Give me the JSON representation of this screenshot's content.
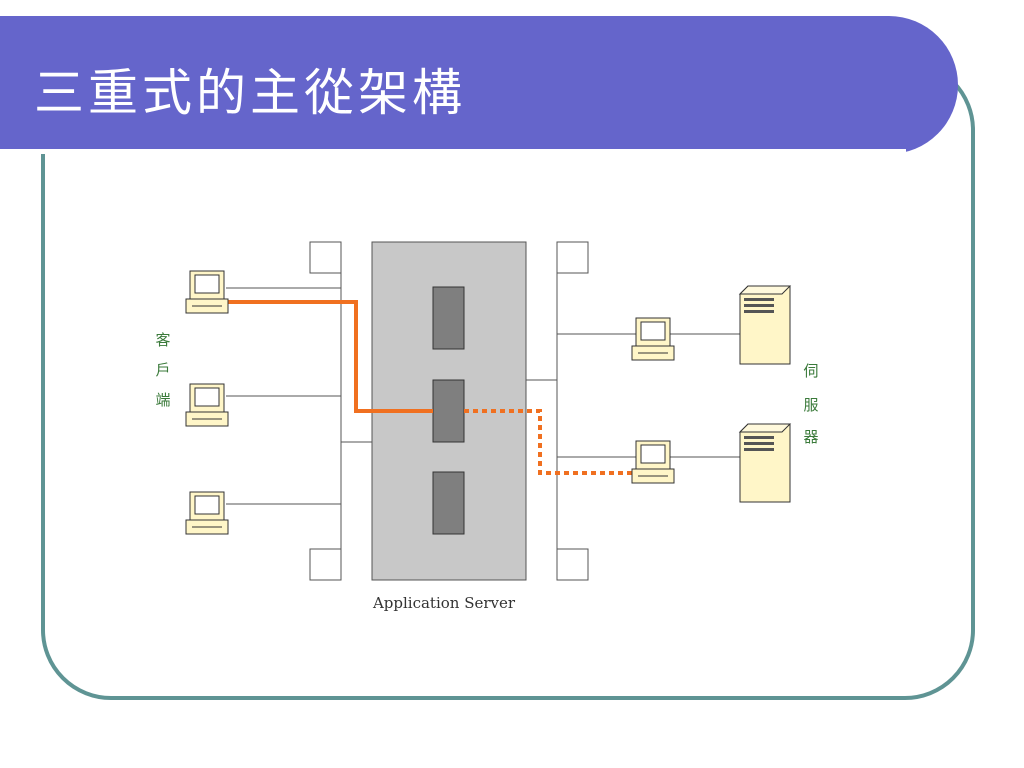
{
  "slide": {
    "title": "三重式的主從架構"
  },
  "diagram": {
    "clients_label_chars": [
      "客",
      "戶",
      "端"
    ],
    "servers_label_chars": [
      "伺",
      "服",
      "器"
    ],
    "app_server_label": "Application Server",
    "colors": {
      "title_bar": "#6565cb",
      "frame_border": "#5f9494",
      "app_server_fill": "#c8c8c8",
      "component_fill": "#7f7f7f",
      "request_path": "#f07020",
      "label_text": "#3a7a3a",
      "server_tower": "#fff6c8"
    },
    "icons": {
      "client": "desktop-computer-icon",
      "server": "server-tower-icon"
    },
    "client_count": 3,
    "db_client_count": 2,
    "server_count": 2,
    "component_count": 3
  }
}
